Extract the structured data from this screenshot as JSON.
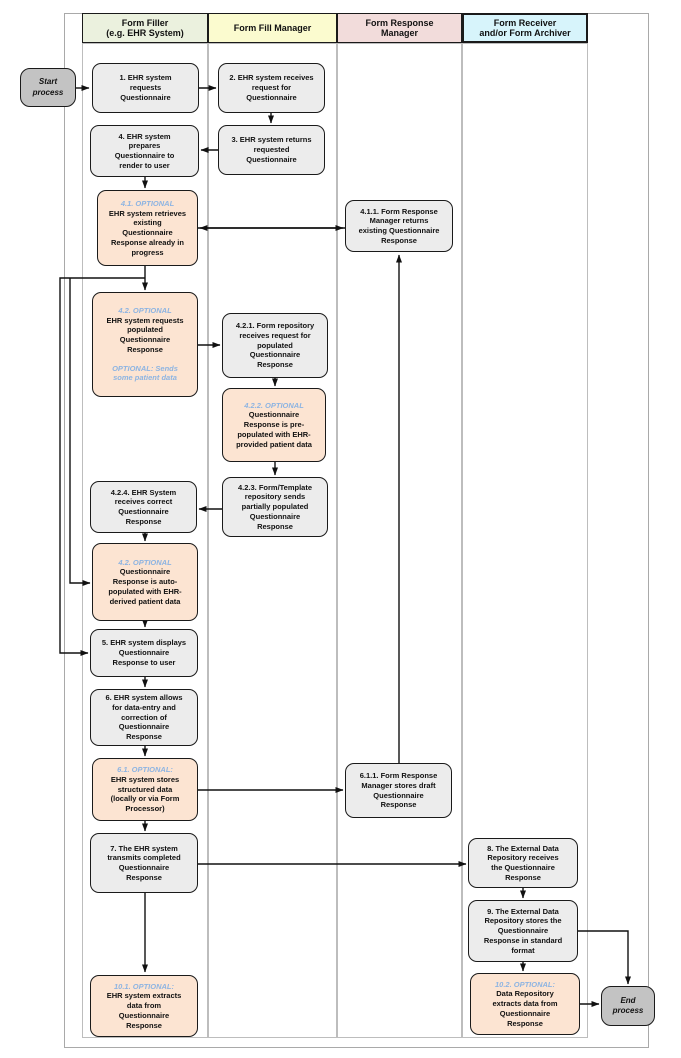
{
  "title": "Form filling workflow diagram",
  "colors": {
    "lane_form_filler": "#ebf1de",
    "lane_form_fill_manager": "#fbfbcf",
    "lane_form_response_manager": "#f2dcdb",
    "lane_form_receiver": "#d7f4fb",
    "node_fill": "#ececec",
    "optional_node_fill": "#fce4d2",
    "terminal_fill": "#c3c3c3",
    "optional_text": "#8db4e2"
  },
  "lanes": [
    {
      "label": "Form Filler\n(e.g. EHR System)"
    },
    {
      "label": "Form Fill Manager"
    },
    {
      "label": "Form Response\nManager"
    },
    {
      "label": "Form Receiver\nand/or Form Archiver"
    }
  ],
  "nodes": {
    "start": {
      "text": "Start\nprocess"
    },
    "b1": {
      "text": "1. EHR system\nrequests\nQuestionnaire"
    },
    "b2": {
      "text": "2. EHR system receives\nrequest for\nQuestionnaire"
    },
    "b3": {
      "text": "3. EHR system returns\nrequested\nQuestionnaire"
    },
    "b4": {
      "text": "4. EHR system\nprepares\nQuestionnaire to\nrender to user"
    },
    "b41": {
      "opt": "4.1. OPTIONAL",
      "text": "EHR system retrieves\nexisting\nQuestionnaire\nResponse already in\nprogress"
    },
    "b411": {
      "text": "4.1.1. Form Response\nManager returns\nexisting Questionnaire\nResponse"
    },
    "b42": {
      "opt": "4.2. OPTIONAL",
      "text": "EHR system requests\npopulated\nQuestionnaire\nResponse",
      "note": "OPTIONAL: Sends\nsome patient data"
    },
    "b421": {
      "text": "4.2.1. Form repository\nreceives request for\npopulated\nQuestionnaire\nResponse"
    },
    "b422": {
      "opt": "4.2.2. OPTIONAL",
      "text": "Questionnaire\nResponse is pre-\npopulated with EHR-\nprovided patient data"
    },
    "b423": {
      "text": "4.2.3. Form/Template\nrepository sends\npartially populated\nQuestionnaire\nResponse"
    },
    "b424": {
      "text": "4.2.4. EHR System\nreceives correct\nQuestionnaire\nResponse"
    },
    "b42b": {
      "opt": "4.2. OPTIONAL",
      "text": "Questionnaire\nResponse is auto-\npopulated with EHR-\nderived patient data"
    },
    "b5": {
      "text": "5. EHR system displays\nQuestionnaire\nResponse to user"
    },
    "b6": {
      "text": "6. EHR system allows\nfor data-entry and\ncorrection of\nQuestionnaire\nResponse"
    },
    "b61": {
      "opt": "6.1. OPTIONAL:",
      "text": "EHR system stores\nstructured data\n(locally or via Form\nProcessor)"
    },
    "b611": {
      "text": "6.1.1. Form Response\nManager stores draft\nQuestionnaire\nResponse"
    },
    "b7": {
      "text": "7. The EHR system\ntransmits completed\nQuestionnaire\nResponse"
    },
    "b8": {
      "text": "8. The External Data\nRepository receives\nthe Questionnaire\nResponse"
    },
    "b9": {
      "text": "9. The External Data\nRepository stores the\nQuestionnaire\nResponse in standard\nformat"
    },
    "b101": {
      "opt": "10.1. OPTIONAL:",
      "text": "EHR system extracts\ndata from\nQuestionnaire\nResponse"
    },
    "b102": {
      "opt": "10.2. OPTIONAL:",
      "text": "Data Repository\nextracts data from\nQuestionnaire\nResponse"
    },
    "end": {
      "text": "End\nprocess"
    }
  }
}
